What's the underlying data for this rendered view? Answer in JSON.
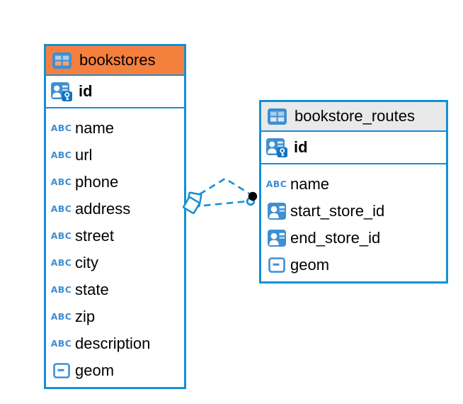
{
  "diagram": {
    "background": "#ffffff",
    "type": "entity-relationship-diagram"
  },
  "colors": {
    "accent_blue": "#1590d5",
    "icon_blue": "#3e8fd3",
    "icon_blue_dark": "#0e74c4",
    "icon_cell_light": "#a9ceec",
    "bookstores_header": "#f5803e",
    "routes_header": "#e9e9e9",
    "text_color": "#000000",
    "connector_dot": "#000000"
  },
  "icons": {
    "text_type_label": "ABC"
  },
  "tables": [
    {
      "title": "bookstores",
      "primary_key": "id",
      "columns": [
        {
          "name": "name",
          "type": "text"
        },
        {
          "name": "url",
          "type": "text"
        },
        {
          "name": "phone",
          "type": "text"
        },
        {
          "name": "address",
          "type": "text"
        },
        {
          "name": "street",
          "type": "text"
        },
        {
          "name": "city",
          "type": "text"
        },
        {
          "name": "state",
          "type": "text"
        },
        {
          "name": "zip",
          "type": "text"
        },
        {
          "name": "description",
          "type": "text"
        },
        {
          "name": "geom",
          "type": "geometry"
        }
      ]
    },
    {
      "title": "bookstore_routes",
      "primary_key": "id",
      "columns": [
        {
          "name": "name",
          "type": "text"
        },
        {
          "name": "start_store_id",
          "type": "foreign-key"
        },
        {
          "name": "end_store_id",
          "type": "foreign-key"
        },
        {
          "name": "geom",
          "type": "geometry"
        }
      ]
    }
  ],
  "relationships": [
    {
      "from": "bookstores",
      "to": "bookstore_routes",
      "style": "dashed"
    },
    {
      "from": "bookstores",
      "to": "bookstore_routes",
      "style": "dashed"
    }
  ]
}
